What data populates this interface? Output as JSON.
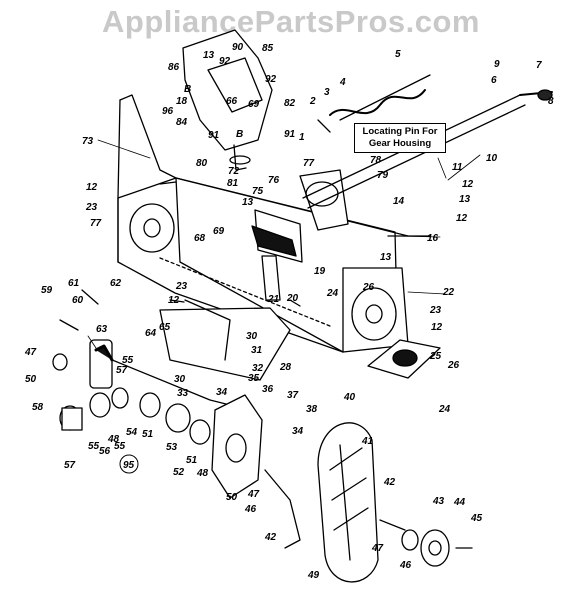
{
  "watermark": "AppliancePartsPros.com",
  "callout": {
    "line1": "Locating Pin For",
    "line2": "Gear Housing"
  },
  "parts": [
    {
      "id": "p90",
      "text": "90"
    },
    {
      "id": "p85",
      "text": "85"
    },
    {
      "id": "p86",
      "text": "86"
    },
    {
      "id": "p13a",
      "text": "13"
    },
    {
      "id": "p92a",
      "text": "92"
    },
    {
      "id": "p92b",
      "text": "92"
    },
    {
      "id": "pB1",
      "text": "B"
    },
    {
      "id": "p18",
      "text": "18"
    },
    {
      "id": "p96",
      "text": "96"
    },
    {
      "id": "p66",
      "text": "66"
    },
    {
      "id": "p69a",
      "text": "69"
    },
    {
      "id": "p82",
      "text": "82"
    },
    {
      "id": "p84",
      "text": "84"
    },
    {
      "id": "p91a",
      "text": "91"
    },
    {
      "id": "pB2",
      "text": "B"
    },
    {
      "id": "p91b",
      "text": "91"
    },
    {
      "id": "p73",
      "text": "73"
    },
    {
      "id": "p80",
      "text": "80"
    },
    {
      "id": "p72",
      "text": "72"
    },
    {
      "id": "p81",
      "text": "81"
    },
    {
      "id": "p1",
      "text": "1"
    },
    {
      "id": "p2",
      "text": "2"
    },
    {
      "id": "p3",
      "text": "3"
    },
    {
      "id": "p4",
      "text": "4"
    },
    {
      "id": "p5",
      "text": "5"
    },
    {
      "id": "p9",
      "text": "9"
    },
    {
      "id": "p7",
      "text": "7"
    },
    {
      "id": "p6",
      "text": "6"
    },
    {
      "id": "p8",
      "text": "8"
    },
    {
      "id": "p10",
      "text": "10"
    },
    {
      "id": "p11",
      "text": "11"
    },
    {
      "id": "p77a",
      "text": "77"
    },
    {
      "id": "p78",
      "text": "78"
    },
    {
      "id": "p79",
      "text": "79"
    },
    {
      "id": "p12a",
      "text": "12"
    },
    {
      "id": "p13b",
      "text": "13"
    },
    {
      "id": "p12b",
      "text": "12"
    },
    {
      "id": "p14",
      "text": "14"
    },
    {
      "id": "p76",
      "text": "76"
    },
    {
      "id": "p75",
      "text": "75"
    },
    {
      "id": "p13c",
      "text": "13"
    },
    {
      "id": "p12c",
      "text": "12"
    },
    {
      "id": "p23a",
      "text": "23"
    },
    {
      "id": "p77b",
      "text": "77"
    },
    {
      "id": "p16",
      "text": "16"
    },
    {
      "id": "p13d",
      "text": "13"
    },
    {
      "id": "p68",
      "text": "68"
    },
    {
      "id": "p69b",
      "text": "69"
    },
    {
      "id": "p19",
      "text": "19"
    },
    {
      "id": "p21",
      "text": "21"
    },
    {
      "id": "p20",
      "text": "20"
    },
    {
      "id": "p24a",
      "text": "24"
    },
    {
      "id": "p26a",
      "text": "26"
    },
    {
      "id": "p22",
      "text": "22"
    },
    {
      "id": "p23b",
      "text": "23"
    },
    {
      "id": "p61",
      "text": "61"
    },
    {
      "id": "p62",
      "text": "62"
    },
    {
      "id": "p59",
      "text": "59"
    },
    {
      "id": "p60",
      "text": "60"
    },
    {
      "id": "p23c",
      "text": "23"
    },
    {
      "id": "p12d",
      "text": "12"
    },
    {
      "id": "p12e",
      "text": "12"
    },
    {
      "id": "p63",
      "text": "63"
    },
    {
      "id": "p64",
      "text": "64"
    },
    {
      "id": "p65",
      "text": "65"
    },
    {
      "id": "p30a",
      "text": "30"
    },
    {
      "id": "p31",
      "text": "31"
    },
    {
      "id": "p32",
      "text": "32"
    },
    {
      "id": "p28",
      "text": "28"
    },
    {
      "id": "p25",
      "text": "25"
    },
    {
      "id": "p26b",
      "text": "26"
    },
    {
      "id": "p24b",
      "text": "24"
    },
    {
      "id": "p47a",
      "text": "47"
    },
    {
      "id": "p55a",
      "text": "55"
    },
    {
      "id": "p57a",
      "text": "57"
    },
    {
      "id": "p50a",
      "text": "50"
    },
    {
      "id": "p30b",
      "text": "30"
    },
    {
      "id": "p33",
      "text": "33"
    },
    {
      "id": "p35",
      "text": "35"
    },
    {
      "id": "p36",
      "text": "36"
    },
    {
      "id": "p37",
      "text": "37"
    },
    {
      "id": "p38",
      "text": "38"
    },
    {
      "id": "p34a",
      "text": "34"
    },
    {
      "id": "p58",
      "text": "58"
    },
    {
      "id": "p54",
      "text": "54"
    },
    {
      "id": "p34b",
      "text": "34"
    },
    {
      "id": "p40",
      "text": "40"
    },
    {
      "id": "p51a",
      "text": "51"
    },
    {
      "id": "p53",
      "text": "53"
    },
    {
      "id": "p48a",
      "text": "48"
    },
    {
      "id": "p55b",
      "text": "55"
    },
    {
      "id": "p55c",
      "text": "55"
    },
    {
      "id": "p56",
      "text": "56"
    },
    {
      "id": "p41",
      "text": "41"
    },
    {
      "id": "p57b",
      "text": "57"
    },
    {
      "id": "p95",
      "text": "95"
    },
    {
      "id": "p52",
      "text": "52"
    },
    {
      "id": "p51b",
      "text": "51"
    },
    {
      "id": "p48b",
      "text": "48"
    },
    {
      "id": "p50b",
      "text": "50"
    },
    {
      "id": "p47b",
      "text": "47"
    },
    {
      "id": "p46a",
      "text": "46"
    },
    {
      "id": "p42a",
      "text": "42"
    },
    {
      "id": "p42b",
      "text": "42"
    },
    {
      "id": "p43",
      "text": "43"
    },
    {
      "id": "p44",
      "text": "44"
    },
    {
      "id": "p45",
      "text": "45"
    },
    {
      "id": "p47c",
      "text": "47"
    },
    {
      "id": "p46b",
      "text": "46"
    },
    {
      "id": "p49",
      "text": "49"
    }
  ]
}
